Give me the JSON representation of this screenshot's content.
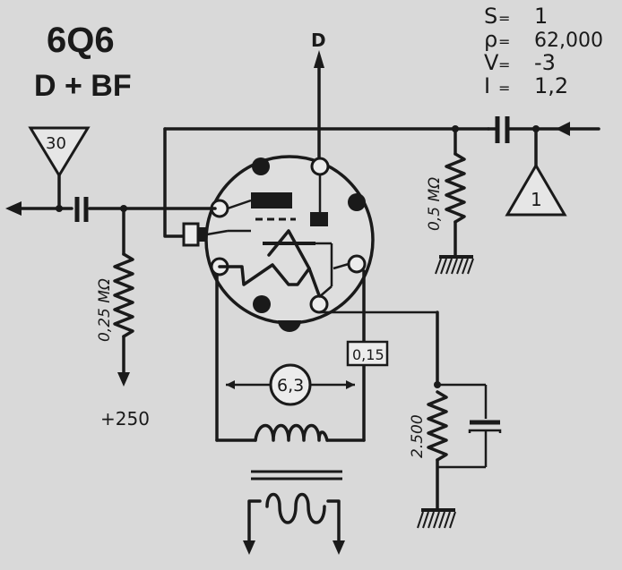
{
  "tube": {
    "name": "6Q6",
    "function": "D + BF"
  },
  "specs": [
    {
      "key": "S",
      "value": "1"
    },
    {
      "key": "ρ",
      "value": "62,000"
    },
    {
      "key": "V",
      "value": "-3"
    },
    {
      "key": "I",
      "value": "1,2"
    }
  ],
  "labels": {
    "plate_output": "D",
    "input_stage": "1",
    "output_stage": "30",
    "grid_resistor": "0,5 MΩ",
    "plate_resistor": "0,25 MΩ",
    "supply": "+250",
    "heater_current": "0,15",
    "heater_voltage": "6,3",
    "cathode_resistor": "2.500"
  }
}
